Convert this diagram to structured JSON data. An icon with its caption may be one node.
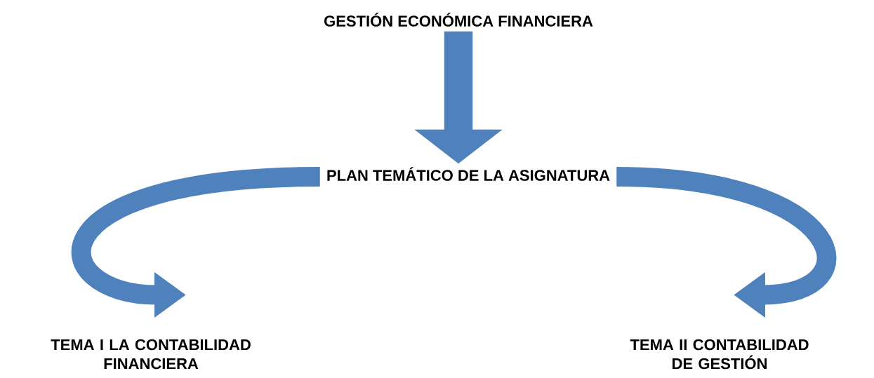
{
  "diagram": {
    "nodes": [
      {
        "text": [
          "GESTIÓN ECONÓMICA FINANCIERA"
        ]
      },
      {
        "text": [
          "PLAN TEMÁTICO DE LA ASIGNATURA"
        ]
      },
      {
        "text": [
          "TEMA I LA CONTABILIDAD FINANCIERA"
        ]
      },
      {
        "text": [
          "TEMA II CONTABILIDAD DE GESTIÓN"
        ]
      }
    ],
    "edges": [
      {
        "from": 0,
        "to": 1,
        "arrow": "to"
      },
      {
        "from": 1,
        "to": 2,
        "arrow": "to"
      },
      {
        "from": 1,
        "to": 3,
        "arrow": "to"
      }
    ]
  }
}
